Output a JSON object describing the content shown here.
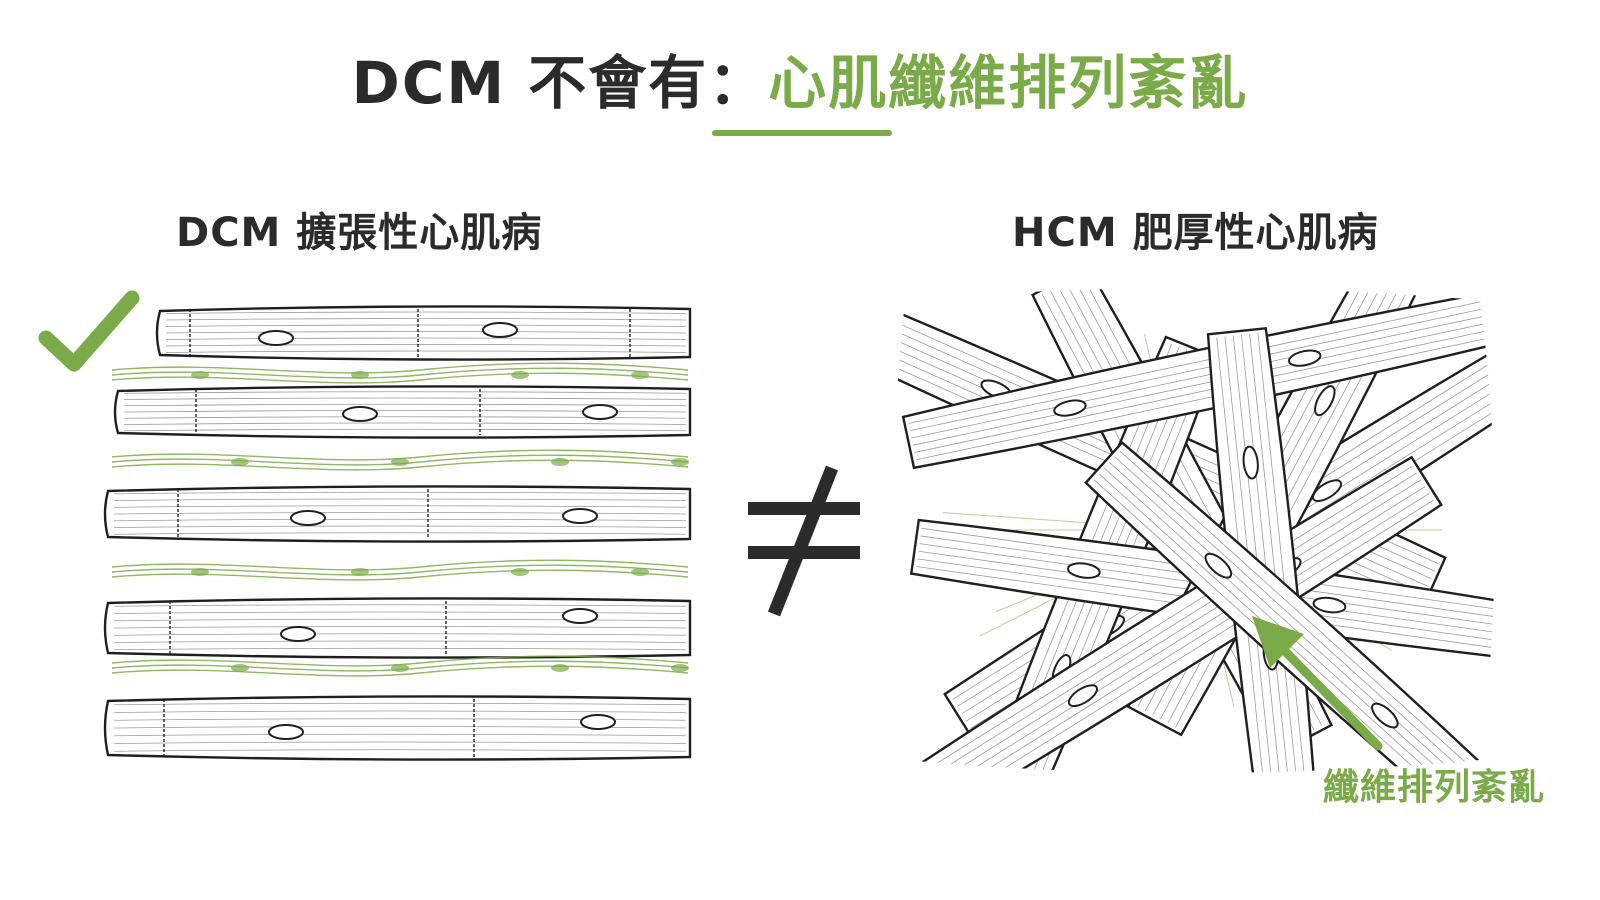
{
  "title": {
    "prefix": "DCM 不會有：",
    "highlight": "心肌纖維排列紊亂"
  },
  "panels": {
    "dcm": {
      "label": "DCM 擴張性心肌病"
    },
    "hcm": {
      "label": "HCM 肥厚性心肌病"
    }
  },
  "symbols": {
    "not_equal": "≠",
    "check": "check-icon"
  },
  "annotation": {
    "label": "纖維排列紊亂"
  },
  "colors": {
    "accent_green": "#7bab48",
    "ink": "#2b2b2b",
    "line": "#1f1f1f"
  }
}
